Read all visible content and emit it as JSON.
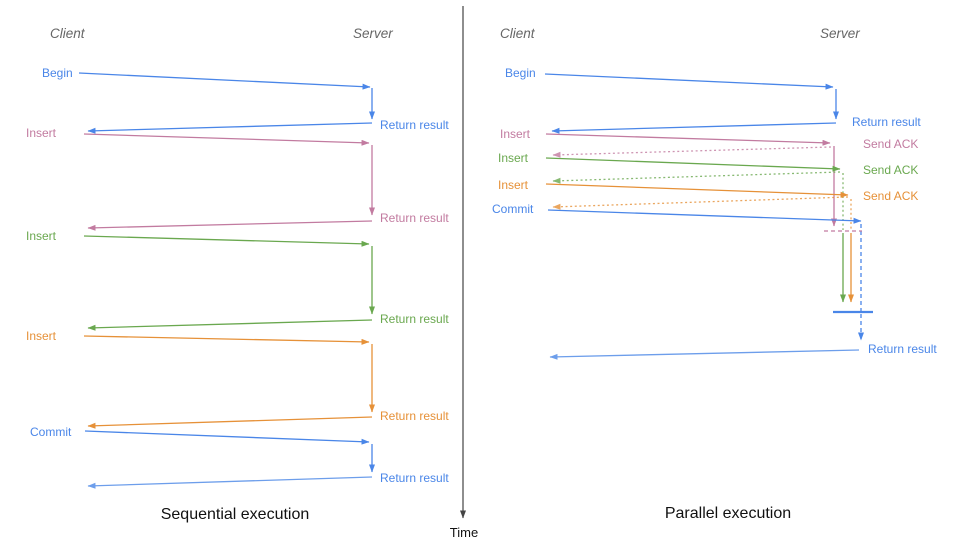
{
  "palette": {
    "blue": "#4a86e8",
    "bluelight": "#6d9eeb",
    "pink": "#c27ba0",
    "green": "#6aa84f",
    "orange": "#e69138",
    "header": "#666666",
    "axis": "#444444",
    "caption": "#111111"
  },
  "time_axis": {
    "label": "Time"
  },
  "panels": {
    "sequential": {
      "caption": "Sequential execution",
      "client_header": "Client",
      "server_header": "Server",
      "messages": [
        {
          "label": "Begin",
          "response": "Return result",
          "color": "#4a86e8"
        },
        {
          "label": "Insert",
          "response": "Return result",
          "color": "#c27ba0"
        },
        {
          "label": "Insert",
          "response": "Return result",
          "color": "#6aa84f"
        },
        {
          "label": "Insert",
          "response": "Return result",
          "color": "#e69138"
        },
        {
          "label": "Commit",
          "response": "Return result",
          "color": "#4a86e8"
        }
      ]
    },
    "parallel": {
      "caption": "Parallel execution",
      "client_header": "Client",
      "server_header": "Server",
      "messages": [
        {
          "label": "Begin",
          "response": "Return result",
          "color": "#4a86e8"
        },
        {
          "label": "Insert",
          "response": "Send ACK",
          "color": "#c27ba0"
        },
        {
          "label": "Insert",
          "response": "Send ACK",
          "color": "#6aa84f"
        },
        {
          "label": "Insert",
          "response": "Send ACK",
          "color": "#e69138"
        },
        {
          "label": "Commit",
          "response": "",
          "color": "#4a86e8"
        }
      ],
      "final_response": "Return result"
    }
  }
}
